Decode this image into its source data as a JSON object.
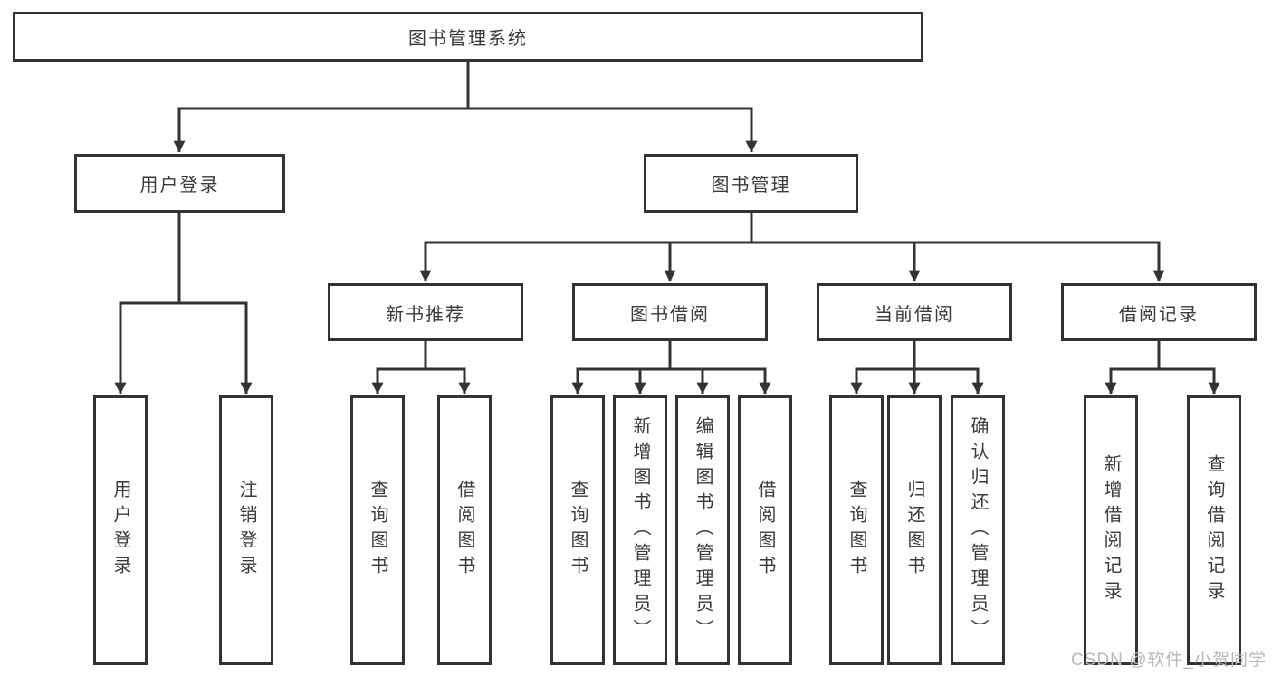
{
  "colors": {
    "line": "#333333",
    "text": "#3a3a3a",
    "background": "#ffffff",
    "watermark": "#b8b8b8"
  },
  "watermark": {
    "text": "CSDN @软件_小贺同学"
  },
  "tree": {
    "root": {
      "label": "图书管理系统",
      "children": [
        {
          "label": "用户登录",
          "children": [
            {
              "label": "用户登录"
            },
            {
              "label": "注销登录"
            }
          ]
        },
        {
          "label": "图书管理",
          "children": [
            {
              "label": "新书推荐",
              "children": [
                {
                  "label": "查询图书"
                },
                {
                  "label": "借阅图书"
                }
              ]
            },
            {
              "label": "图书借阅",
              "children": [
                {
                  "label": "查询图书"
                },
                {
                  "label": "新增图书（管理员）"
                },
                {
                  "label": "编辑图书（管理员）"
                },
                {
                  "label": "借阅图书"
                }
              ]
            },
            {
              "label": "当前借阅",
              "children": [
                {
                  "label": "查询图书"
                },
                {
                  "label": "归还图书"
                },
                {
                  "label": "确认归还（管理员）"
                }
              ]
            },
            {
              "label": "借阅记录",
              "children": [
                {
                  "label": "新增借阅记录"
                },
                {
                  "label": "查询借阅记录"
                }
              ]
            }
          ]
        }
      ]
    }
  }
}
